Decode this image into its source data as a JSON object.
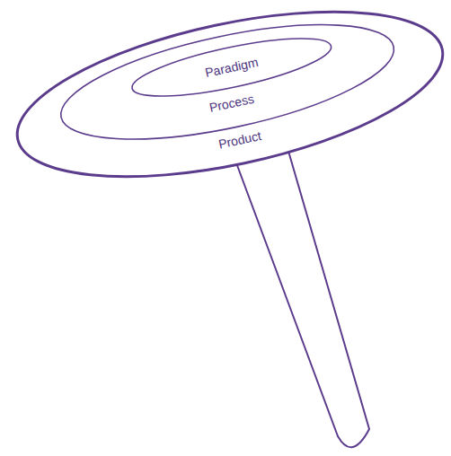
{
  "diagram": {
    "nodes": [
      {
        "text": [
          "Product"
        ]
      },
      {
        "text": [
          "Process"
        ],
        "in": 0
      },
      {
        "text": [
          "Paradigm"
        ],
        "in": 1
      }
    ]
  }
}
